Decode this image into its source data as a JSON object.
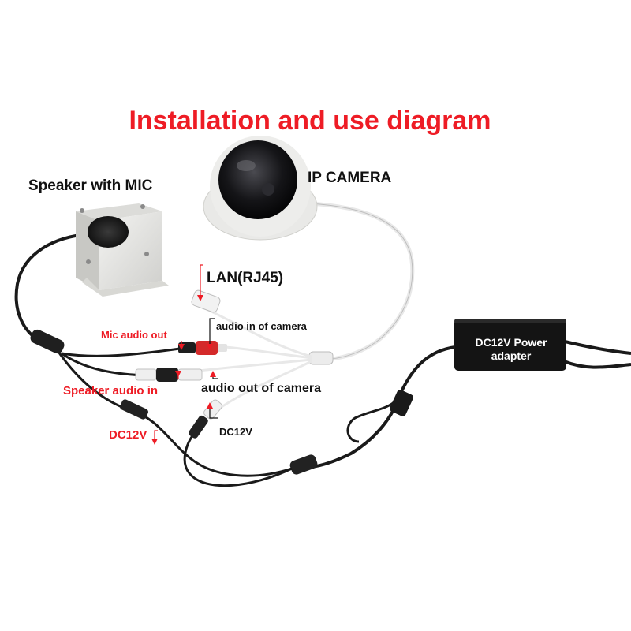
{
  "title": "Installation and use diagram",
  "components": {
    "speaker": "Speaker with MIC",
    "camera": "IP CAMERA",
    "adapter_line1": "DC12V Power",
    "adapter_line2": "adapter"
  },
  "labels": {
    "lan": "LAN(RJ45)",
    "mic_audio_out": "Mic audio out",
    "audio_in_camera": "audio in of camera",
    "speaker_audio_in": "Speaker audio in",
    "audio_out_camera": "audio out of camera",
    "dc12v_red": "DC12V",
    "dc12v_black": "DC12V"
  },
  "colors": {
    "title": "#ee1c25",
    "annotation_red": "#ee1c25",
    "cable_black": "#1a1a1a",
    "cable_white": "#e8e8e8",
    "rca_red": "#d42a2a"
  }
}
